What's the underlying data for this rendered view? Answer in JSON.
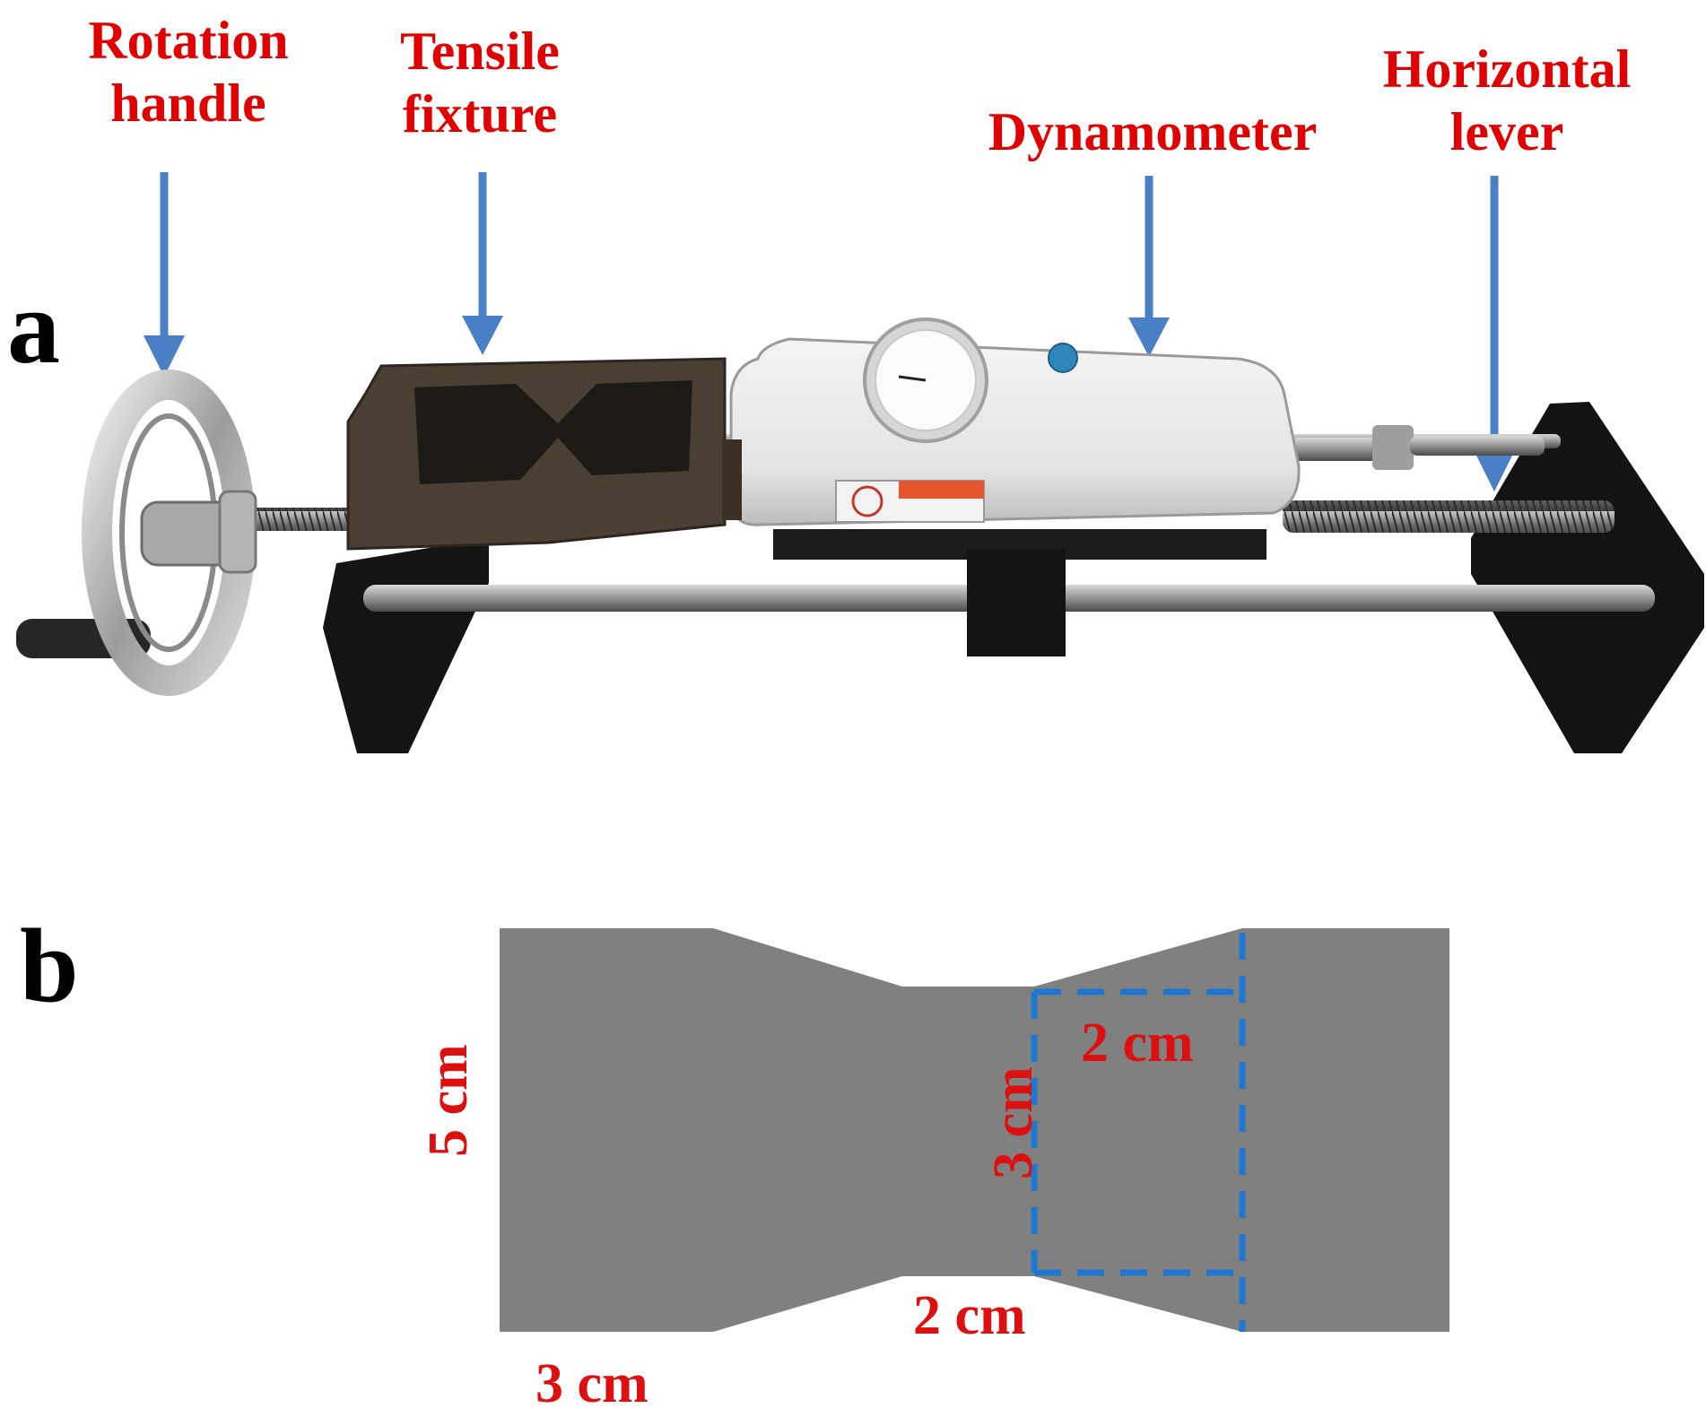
{
  "colors": {
    "label_red": "#e00000",
    "arrow_blue": "#4a80c6",
    "specimen_gray": "#808080",
    "dash_blue": "#1e78d2"
  },
  "panel_a": {
    "letter": "a",
    "callouts": {
      "rotation_handle": {
        "line1": "Rotation",
        "line2": "handle"
      },
      "tensile_fixture": {
        "line1": "Tensile",
        "line2": "fixture"
      },
      "dynamometer": {
        "line1": "Dynamometer"
      },
      "horizontal_lever": {
        "line1": "Horizontal",
        "line2": "lever"
      }
    }
  },
  "panel_b": {
    "letter": "b",
    "dimensions": {
      "total_width": "5 cm",
      "neck_height": "3 cm",
      "top_neck_length": "2 cm",
      "bottom_neck_length": "2 cm",
      "grip_length": "3 cm"
    }
  }
}
